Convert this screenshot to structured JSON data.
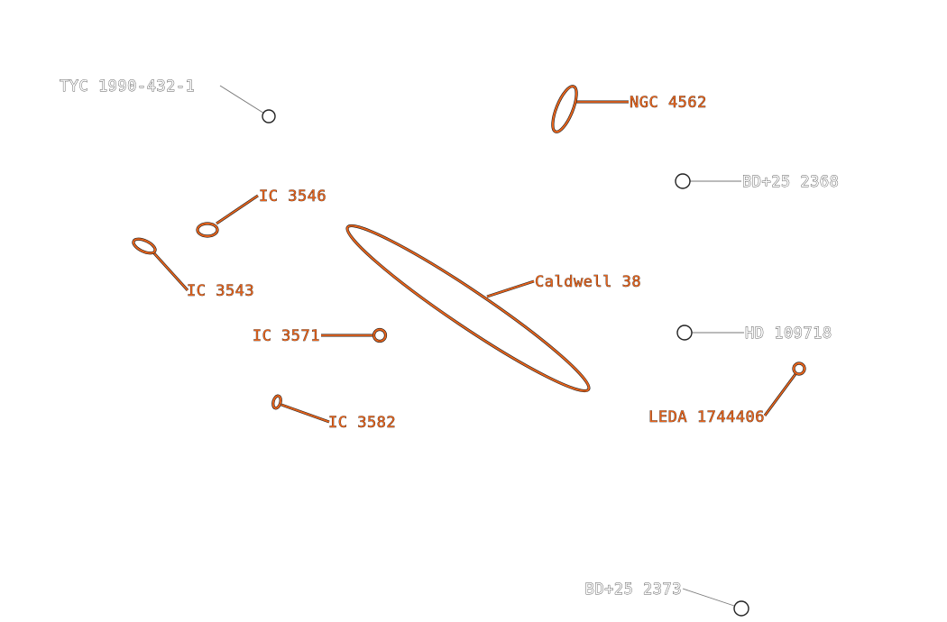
{
  "chart": {
    "objects": [
      {
        "id": "tyc-1990-432-1",
        "label": "TYC 1990-432-1",
        "kind": "star"
      },
      {
        "id": "ngc-4562",
        "label": "NGC 4562",
        "kind": "galaxy"
      },
      {
        "id": "bd-25-2368",
        "label": "BD+25 2368",
        "kind": "star"
      },
      {
        "id": "ic-3546",
        "label": "IC 3546",
        "kind": "galaxy"
      },
      {
        "id": "ic-3543",
        "label": "IC 3543",
        "kind": "galaxy"
      },
      {
        "id": "caldwell-38",
        "label": "Caldwell 38",
        "kind": "galaxy"
      },
      {
        "id": "ic-3571",
        "label": "IC 3571",
        "kind": "galaxy"
      },
      {
        "id": "hd-109718",
        "label": "HD 109718",
        "kind": "star"
      },
      {
        "id": "leda-1744406",
        "label": "LEDA 1744406",
        "kind": "galaxy"
      },
      {
        "id": "ic-3582",
        "label": "IC 3582",
        "kind": "galaxy"
      },
      {
        "id": "bd-25-2373",
        "label": "BD+25 2373",
        "kind": "star"
      }
    ],
    "colors": {
      "galaxy": "#e8641c",
      "star": "#ffffff",
      "outline": "#1a1a1a",
      "background": "#ffffff"
    }
  }
}
